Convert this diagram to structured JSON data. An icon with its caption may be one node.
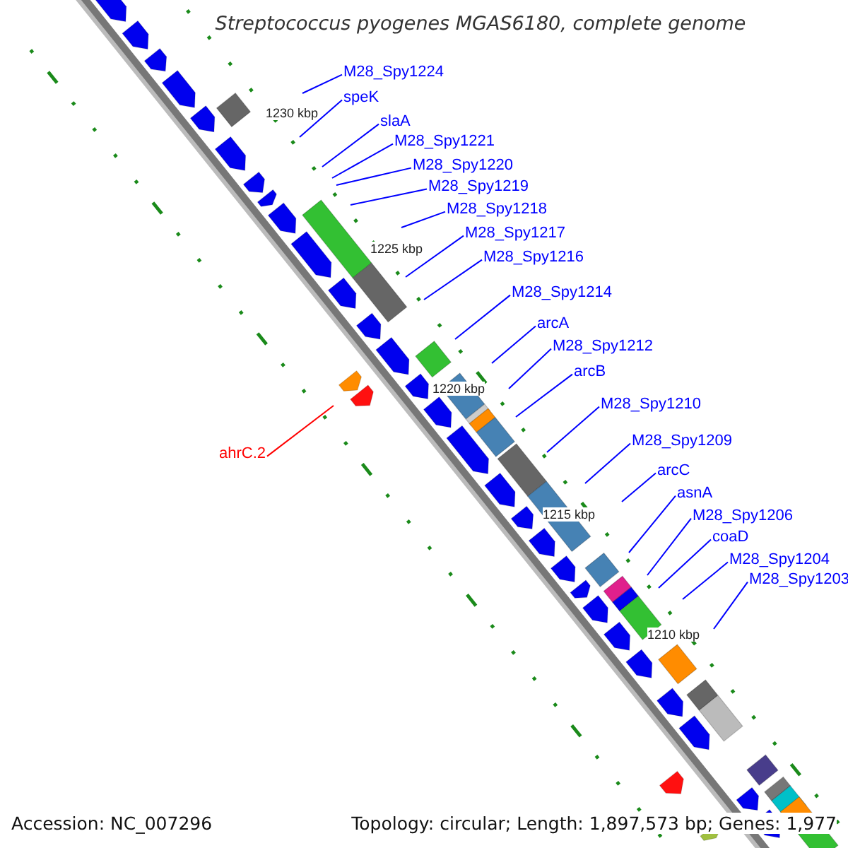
{
  "diagram": {
    "title": "Streptococcus pyogenes MGAS6180, complete genome",
    "nodes": [
      {
        "text": [
          "M28_Spy1224"
        ]
      },
      {
        "text": [
          "speK"
        ]
      },
      {
        "text": [
          "slaA"
        ]
      },
      {
        "text": [
          "M28_Spy1221"
        ]
      },
      {
        "text": [
          "M28_Spy1220"
        ]
      },
      {
        "text": [
          "M28_Spy1219"
        ]
      },
      {
        "text": [
          "M28_Spy1218"
        ]
      },
      {
        "text": [
          "M28_Spy1217"
        ]
      },
      {
        "text": [
          "M28_Spy1216"
        ]
      },
      {
        "text": [
          "M28_Spy1214"
        ]
      },
      {
        "text": [
          "arcA"
        ]
      },
      {
        "text": [
          "M28_Spy1212"
        ]
      },
      {
        "text": [
          "arcB"
        ]
      },
      {
        "text": [
          "M28_Spy1210"
        ]
      },
      {
        "text": [
          "M28_Spy1209"
        ]
      },
      {
        "text": [
          "arcC"
        ]
      },
      {
        "text": [
          "asnA"
        ]
      },
      {
        "text": [
          "M28_Spy1206"
        ]
      },
      {
        "text": [
          "coaD"
        ]
      },
      {
        "text": [
          "M28_Spy1204"
        ]
      },
      {
        "text": [
          "M28_Spy1203"
        ]
      },
      {
        "text": [
          "ahrC.2"
        ]
      }
    ],
    "edges": [
      {
        "from": 0,
        "to": null,
        "arrow": "none"
      },
      {
        "from": 1,
        "to": null,
        "arrow": "none"
      },
      {
        "from": 2,
        "to": null,
        "arrow": "none"
      },
      {
        "from": 3,
        "to": null,
        "arrow": "none"
      },
      {
        "from": 4,
        "to": null,
        "arrow": "none"
      },
      {
        "from": 5,
        "to": null,
        "arrow": "none"
      },
      {
        "from": 6,
        "to": null,
        "arrow": "none"
      },
      {
        "from": 7,
        "to": null,
        "arrow": "none"
      },
      {
        "from": 8,
        "to": null,
        "arrow": "none"
      },
      {
        "from": 9,
        "to": null,
        "arrow": "none"
      },
      {
        "from": 10,
        "to": null,
        "arrow": "none"
      },
      {
        "from": 11,
        "to": null,
        "arrow": "none"
      },
      {
        "from": 12,
        "to": null,
        "arrow": "none"
      },
      {
        "from": 13,
        "to": null,
        "arrow": "none"
      },
      {
        "from": 14,
        "to": null,
        "arrow": "none"
      },
      {
        "from": 15,
        "to": null,
        "arrow": "none"
      },
      {
        "from": 16,
        "to": null,
        "arrow": "none"
      },
      {
        "from": 17,
        "to": null,
        "arrow": "none"
      },
      {
        "from": 18,
        "to": null,
        "arrow": "none"
      },
      {
        "from": 19,
        "to": null,
        "arrow": "none"
      },
      {
        "from": 20,
        "to": null,
        "arrow": "none"
      },
      {
        "from": 21,
        "to": null,
        "arrow": "none",
        "color": "#ff0000"
      }
    ],
    "labels": [
      "1230 kbp",
      "1225 kbp",
      "1220 kbp",
      "1215 kbp",
      "1210 kbp",
      "Accession: NC_007296",
      "Topology: circular; Length: 1,897,573 bp; Genes: 1,977"
    ]
  }
}
